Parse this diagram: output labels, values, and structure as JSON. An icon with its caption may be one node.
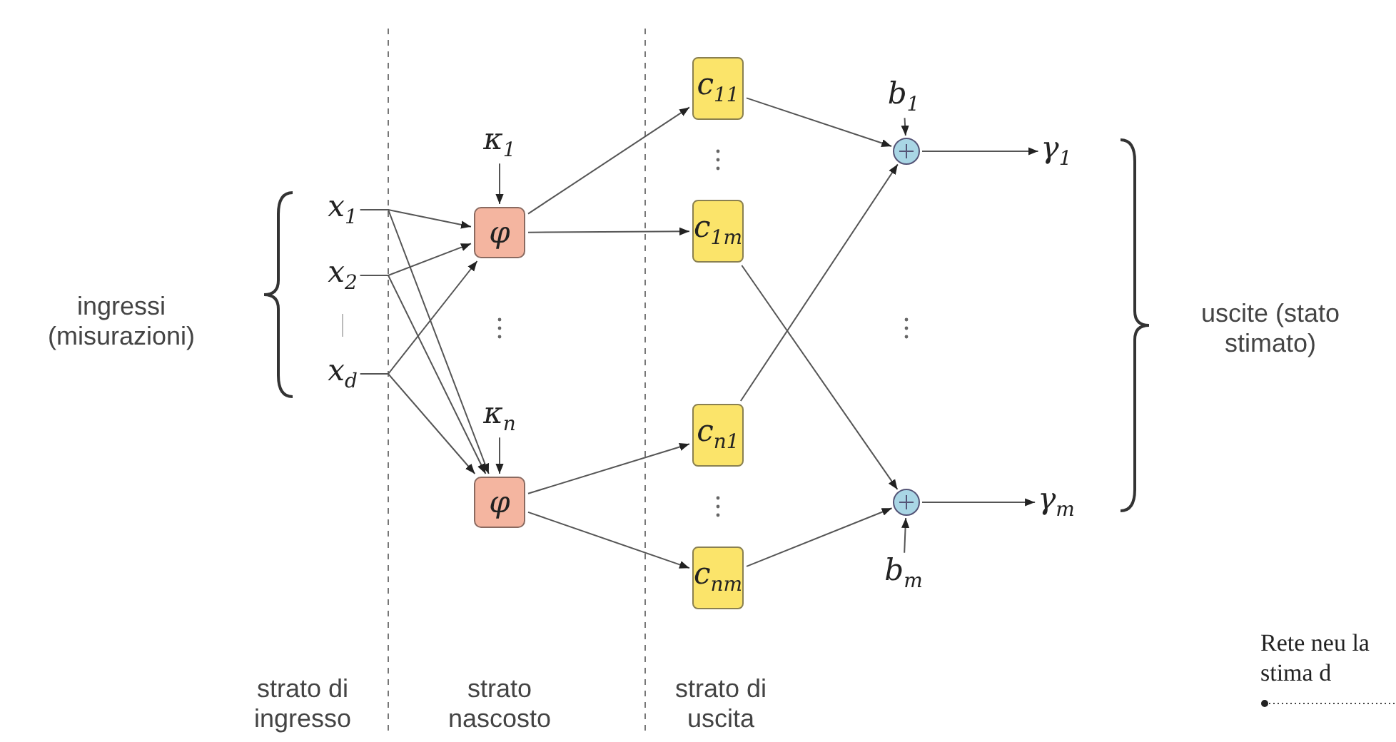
{
  "diagram": {
    "caption": "Rete neu la stima d",
    "nodes": [
      {
        "text": [
          "x$_{1}$"
        ]
      },
      {
        "text": [
          "x$_{2}$"
        ]
      },
      {
        "text": [
          "x$_{d}$"
        ]
      },
      {
        "text": [
          "κ$_{1}$"
        ]
      },
      {
        "text": [
          "φ"
        ]
      },
      {
        "text": [
          "κ$_{n}$"
        ]
      },
      {
        "text": [
          "φ"
        ]
      },
      {
        "text": [
          "c$_{11}$"
        ]
      },
      {
        "text": [
          "c$_{1m}$"
        ]
      },
      {
        "text": [
          "c$_{n1}$"
        ]
      },
      {
        "text": [
          "c$_{nm}$"
        ]
      },
      {
        "text": [
          "b$_{1}$"
        ]
      },
      {
        "text": [],
        "shape": "circle"
      },
      {
        "text": [],
        "shape": "circle"
      },
      {
        "text": [
          "b$_{m}$"
        ]
      },
      {
        "text": [
          "γ$_{1}$"
        ]
      },
      {
        "text": [
          "γ$_{m}$"
        ]
      }
    ],
    "edges": [
      {
        "from": 0,
        "to": 4,
        "arrow": "to"
      },
      {
        "from": 0,
        "to": 6,
        "arrow": "to"
      },
      {
        "from": 1,
        "to": 4,
        "arrow": "to"
      },
      {
        "from": 1,
        "to": 6,
        "arrow": "to"
      },
      {
        "from": 2,
        "to": 4,
        "arrow": "to"
      },
      {
        "from": 2,
        "to": 6,
        "arrow": "to"
      },
      {
        "from": 3,
        "to": 4,
        "arrow": "to"
      },
      {
        "from": 5,
        "to": 6,
        "arrow": "to"
      },
      {
        "from": 4,
        "to": 7,
        "arrow": "to"
      },
      {
        "from": 4,
        "to": 8,
        "arrow": "to"
      },
      {
        "from": 6,
        "to": 9,
        "arrow": "to"
      },
      {
        "from": 6,
        "to": 10,
        "arrow": "to"
      },
      {
        "from": 7,
        "to": 12,
        "arrow": "to"
      },
      {
        "from": 9,
        "to": 12,
        "arrow": "to"
      },
      {
        "from": 11,
        "to": 12,
        "arrow": "to"
      },
      {
        "from": 8,
        "to": 13,
        "arrow": "to"
      },
      {
        "from": 10,
        "to": 13,
        "arrow": "to"
      },
      {
        "from": 14,
        "to": 13,
        "arrow": "to"
      },
      {
        "from": 12,
        "to": 15,
        "arrow": "to"
      },
      {
        "from": 13,
        "to": 16,
        "arrow": "to"
      }
    ],
    "labels": [
      "ingressi (misurazioni)",
      "uscite (stato stimato)",
      "strato di ingresso",
      "strato nascosto",
      "strato di uscita"
    ]
  }
}
